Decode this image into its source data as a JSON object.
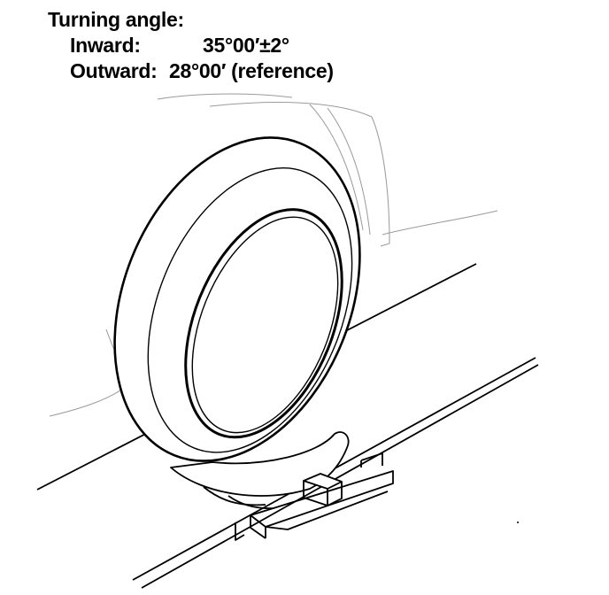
{
  "spec": {
    "title": "Turning angle:",
    "inward": {
      "label": "Inward:",
      "value": "35°00′±2°"
    },
    "outward": {
      "label": "Outward:",
      "value": "28°00′",
      "note": "(reference)"
    }
  },
  "colors": {
    "ink": "#000000",
    "fender": "#9a9a9a",
    "paper": "#ffffff"
  }
}
